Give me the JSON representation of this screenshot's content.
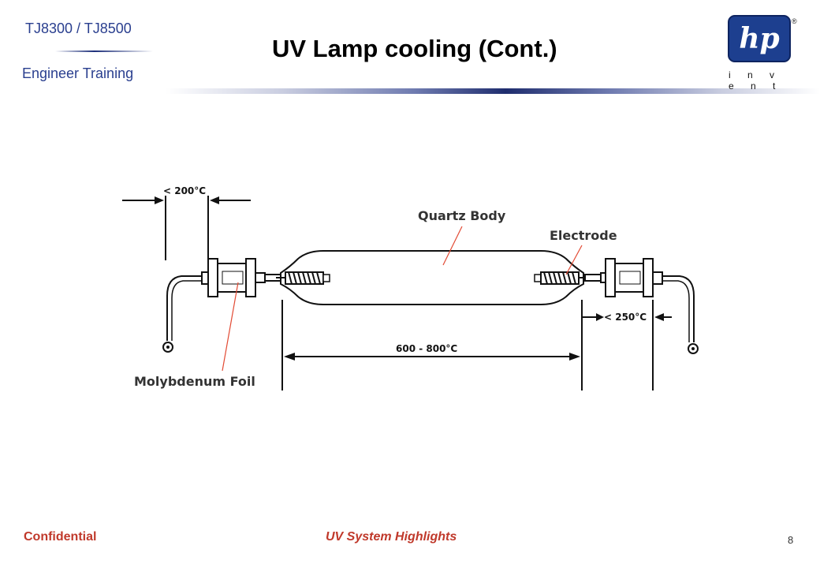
{
  "header": {
    "product": "TJ8300 / TJ8500",
    "dept": "Engineer  Training",
    "title": "UV Lamp cooling (Cont.)"
  },
  "logo": {
    "brand_mark": "hp",
    "trademark": "®",
    "tagline": "i n v e n t",
    "colors": {
      "badge": "#1d3f8f",
      "badge_edge": "#0e2460"
    }
  },
  "diagram": {
    "temp_left": "< 200°C",
    "temp_right": "< 250°C",
    "temp_body": "600 - 800°C",
    "labels": {
      "quartz": "Quartz Body",
      "electrode": "Electrode",
      "foil": "Molybdenum Foil"
    },
    "colors": {
      "leader": "#e24a33",
      "line": "#111111"
    }
  },
  "footer": {
    "confidential": "Confidential",
    "section": "UV System Highlights",
    "page": "8"
  }
}
